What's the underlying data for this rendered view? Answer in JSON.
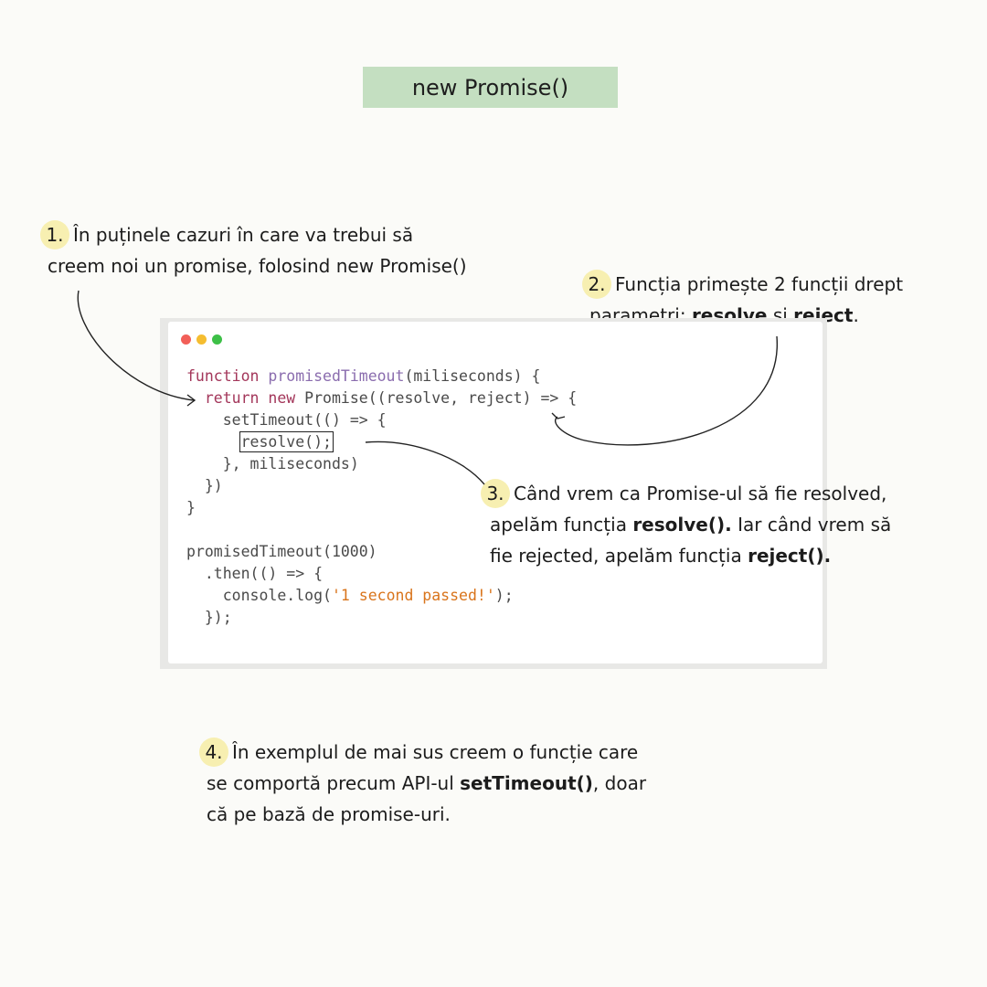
{
  "title": "new Promise()",
  "notes": [
    {
      "num": "1.",
      "line1": "În puținele cazuri în care va trebui să",
      "line2": "creem noi un promise, folosind new Promise()"
    },
    {
      "num": "2.",
      "line1": "Funcția primește 2 funcții drept",
      "line2_pre": "parametri: ",
      "bold1": "resolve",
      "mid": " și ",
      "bold2": "reject",
      "end": "."
    },
    {
      "num": "3.",
      "line1": "Când vrem ca Promise-ul să fie resolved,",
      "line2_pre": "apelăm funcția ",
      "bold1": "resolve().",
      "line2_post": " Iar când vrem să",
      "line3_pre": "fie rejected, apelăm funcția ",
      "bold2": "reject()."
    },
    {
      "num": "4.",
      "line1": "În exemplul de mai sus creem o funcție care",
      "line2_pre": "se comportă precum API-ul ",
      "bold1": "setTimeout()",
      "line2_post": ", doar",
      "line3": "că pe bază de promise-uri."
    }
  ],
  "window_dots": {
    "red": "#f25f58",
    "yellow": "#f5bd30",
    "green": "#3dc047"
  },
  "code": {
    "l1_kw": "function",
    "l1_fn": "promisedTimeout",
    "l1_rest": "(miliseconds) {",
    "l2_kw1": "return",
    "l2_kw2": "new",
    "l2_rest": "Promise((resolve, reject) => {",
    "l3": "setTimeout(() => {",
    "l4": "resolve();",
    "l5": "}, miliseconds)",
    "l6": "})",
    "l7": "}",
    "l9": "promisedTimeout(1000)",
    "l10": ".then(() => {",
    "l11_pre": "console.log(",
    "l11_str": "'1 second passed!'",
    "l11_post": ");",
    "l12": "});"
  },
  "colors": {
    "title_bg": "#c4dfc1",
    "badge_bg": "#f7efb1",
    "keyword": "#a3365a",
    "function_name": "#8a6cae",
    "string": "#d9741b"
  }
}
